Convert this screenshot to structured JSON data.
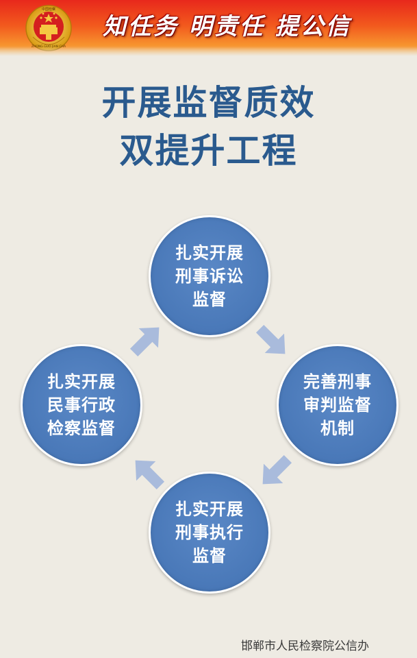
{
  "header": {
    "slogan": "知任务 明责任 提公信",
    "emblem_text": "ZHONG GUO JIAN CHA",
    "emblem_top": "中国检察"
  },
  "title": {
    "line1": "开展监督质效",
    "line2": "双提升工程"
  },
  "cycle": [
    {
      "lines": [
        "扎实开展",
        "刑事诉讼",
        "监督"
      ]
    },
    {
      "lines": [
        "完善刑事",
        "审判监督",
        "机制"
      ]
    },
    {
      "lines": [
        "扎实开展",
        "刑事执行",
        "监督"
      ]
    },
    {
      "lines": [
        "扎实开展",
        "民事行政",
        "检察监督"
      ]
    }
  ],
  "footer": {
    "org": "邯郸市人民检察院公信办"
  },
  "colors": {
    "banner_red": "#e8281c",
    "banner_orange": "#f7932e",
    "title_blue": "#2a5a8e",
    "circle_blue": "#4978b8",
    "arrow": "#a9bbdc",
    "background": "#eeebe3"
  }
}
